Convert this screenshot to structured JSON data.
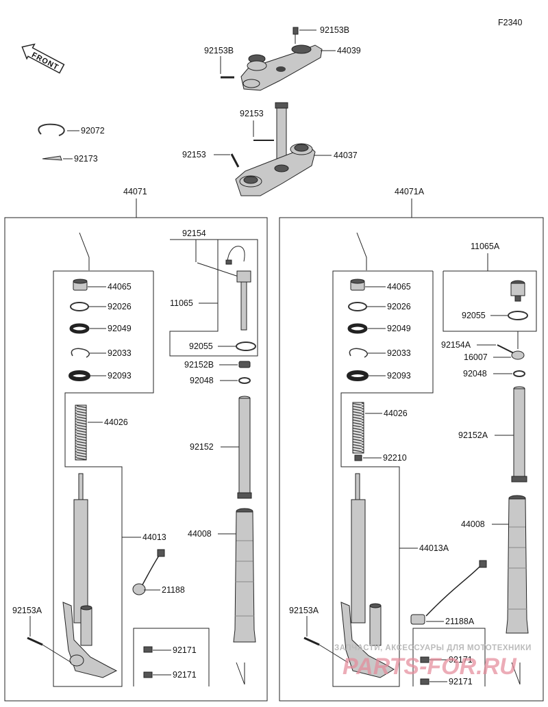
{
  "figure_code": "F2340",
  "front_label": "FRONT",
  "top_parts": {
    "p92153B_a": "92153B",
    "p92153B_b": "92153B",
    "p44039": "44039",
    "p92153_a": "92153",
    "p92153_b": "92153",
    "p44037": "44037",
    "p92072": "92072",
    "p92173": "92173"
  },
  "left_fork": {
    "assembly": "44071",
    "p44065": "44065",
    "p92026": "92026",
    "p92049": "92049",
    "p92033": "92033",
    "p92093": "92093",
    "p44026": "44026",
    "p44013": "44013",
    "p21188": "21188",
    "p92153A": "92153A",
    "p92154": "92154",
    "p11065": "11065",
    "p92055": "92055",
    "p92152B": "92152B",
    "p92048": "92048",
    "p92152": "92152",
    "p44008": "44008",
    "p92171_a": "92171",
    "p92171_b": "92171"
  },
  "right_fork": {
    "assembly": "44071A",
    "p11065A": "11065A",
    "p44065": "44065",
    "p92026": "92026",
    "p92049": "92049",
    "p92033": "92033",
    "p92093": "92093",
    "p92055": "92055",
    "p92154A": "92154A",
    "p16007": "16007",
    "p92048": "92048",
    "p44026": "44026",
    "p92210": "92210",
    "p92152A": "92152A",
    "p44008": "44008",
    "p44013A": "44013A",
    "p21188A": "21188A",
    "p92153A": "92153A",
    "p92171_a": "92171",
    "p92171_b": "92171"
  },
  "watermark": {
    "line1": "ЗАПЧАСТИ, АКСЕССУАРЫ ДЛЯ МОТОТЕХНИКИ",
    "line2": "PARTS-FOR.RU"
  }
}
